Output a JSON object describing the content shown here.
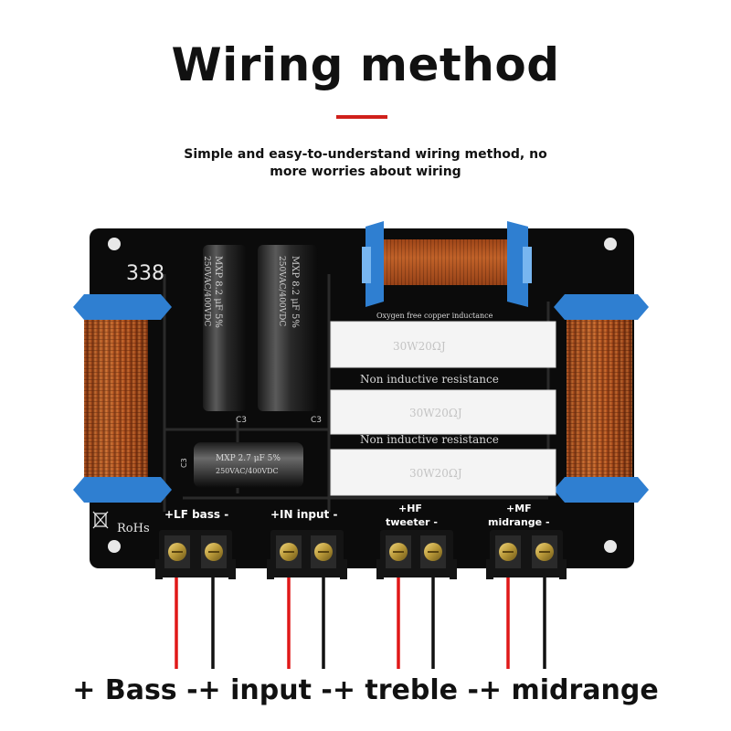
{
  "header": {
    "title": "Wiring method",
    "subtitle": "Simple and easy-to-understand wiring method, no more worries about wiring"
  },
  "board": {
    "model_number": "338",
    "rohs_mark": "RoHs",
    "capacitors": [
      {
        "label": "MXP 8.2 μF 5%",
        "rating": "250VAC/400VDC",
        "ref": "C3"
      },
      {
        "label": "MXP 8.2 μF 5%",
        "rating": "250VAC/400VDC",
        "ref": "C3"
      },
      {
        "label": "MXP 2.7 μF 5%",
        "rating": "250VAC/400VDC",
        "ref": "C3"
      }
    ],
    "inductor_label": "Oxygen free copper inductance",
    "resistors": [
      {
        "value": "30W20ΩJ",
        "caption": "Non inductive resistance"
      },
      {
        "value": "30W20ΩJ",
        "caption": "Non inductive resistance"
      },
      {
        "value": "30W20ΩJ",
        "caption": ""
      }
    ],
    "terminals": [
      {
        "label_line1": "+LF bass -",
        "label_line2": ""
      },
      {
        "label_line1": "+IN input -",
        "label_line2": ""
      },
      {
        "label_line1": "+HF",
        "label_line2": "tweeter -"
      },
      {
        "label_line1": "+MF",
        "label_line2": "midrange -"
      }
    ]
  },
  "footer": {
    "caption": "+ Bass -+ input -+ treble -+ midrange"
  },
  "colors": {
    "accent_red": "#d0201b",
    "board_black": "#0b0b0b",
    "copper": "#b8541f",
    "bobbin_blue": "#2f7fd1",
    "wire_red": "#e01818",
    "wire_black": "#111111"
  }
}
